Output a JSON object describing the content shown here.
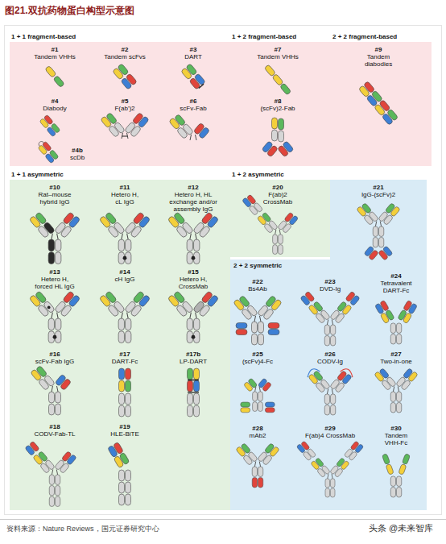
{
  "diagram": {
    "title": "图21.双抗药物蛋白构型示意图",
    "caption": "资料来源：Nature Reviews，国元证券研究中心",
    "nodes": [
      {
        "text": [
          "1 + 1 fragment-based"
        ]
      },
      {
        "text": [
          "1 + 2 fragment-based"
        ]
      },
      {
        "text": [
          "2 + 2 fragment-based"
        ]
      },
      {
        "text": [
          "1 + 1 asymmetric"
        ]
      },
      {
        "text": [
          "1 + 2 asymmetric"
        ]
      },
      {
        "text": [
          "2 + 2 symmetric"
        ]
      }
    ],
    "labels": [
      "#1",
      "Tandem VHHs",
      "#2",
      "Tandem scFvs",
      "#3",
      "DART",
      "#4",
      "Diabody",
      "#4b",
      "scDb",
      "#5",
      "F(ab')2",
      "#6",
      "scFv-Fab",
      "#7",
      "Tandem VHHs",
      "#8",
      "(scFv)2-Fab",
      "#9",
      "Tandem diabodies",
      "#10",
      "Rat–mouse hybrid IgG",
      "#11",
      "Hetero H, cL IgG",
      "#12",
      "Hetero H, HL exchange and/or assembly IgG",
      "#13",
      "Hetero H, forced HL IgG",
      "#14",
      "cH IgG",
      "#15",
      "Hetero H, CrossMab",
      "#16",
      "scFv-Fab IgG",
      "#17",
      "DART-Fc",
      "#17b",
      "LP-DART",
      "#18",
      "CODV-Fab-TL",
      "#19",
      "HLE-BiTE",
      "#20",
      "F(ab)2 CrossMab",
      "#21",
      "IgG-(scFv)2",
      "#22",
      "Bs4Ab",
      "#23",
      "DVD-Ig",
      "#24",
      "Tetravalent DART-Fc",
      "#25",
      "(scFv)4-Fc",
      "#26",
      "CODV-Ig",
      "#27",
      "Two-in-one",
      "#28",
      "mAb2",
      "#29",
      "F(ab)4 CrossMab",
      "#30",
      "Tandem VHH-Fc",
      "头条 @未来智库"
    ]
  }
}
